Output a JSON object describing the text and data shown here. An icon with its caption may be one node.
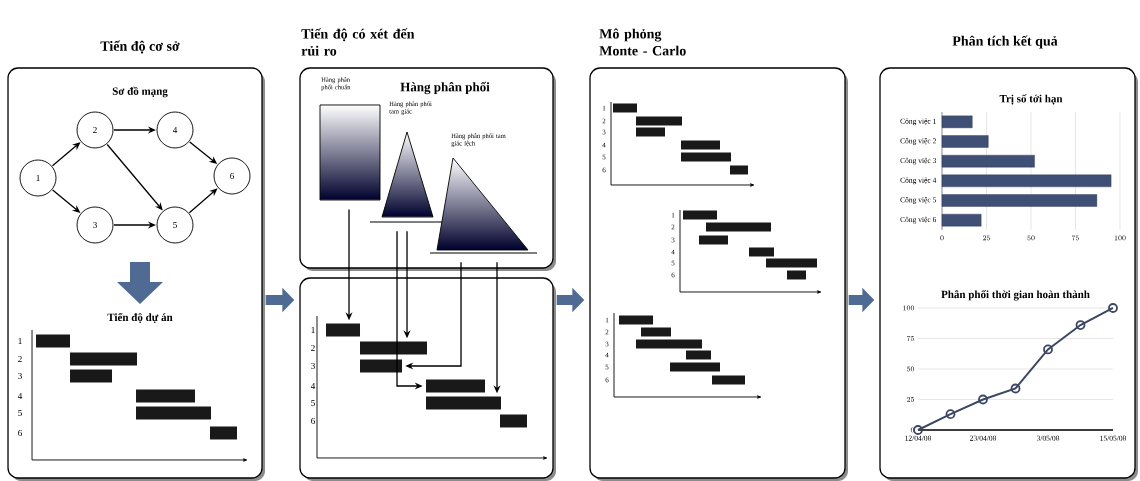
{
  "diagram": {
    "nodes": [
      {
        "text": [
          "Tiến độ cơ sở",
          "Sơ đồ mạng",
          "Tiến độ dự án"
        ]
      },
      {
        "text": [
          "1"
        ],
        "in": 0
      },
      {
        "text": [
          "2"
        ],
        "in": 0
      },
      {
        "text": [
          "3"
        ],
        "in": 0
      },
      {
        "text": [
          "4"
        ],
        "in": 0
      },
      {
        "text": [
          "5"
        ],
        "in": 0
      },
      {
        "text": [
          "6"
        ],
        "in": 0
      },
      {
        "text": [
          "Tiến độ có xét đến rủi ro",
          "Hàng phân phối"
        ]
      },
      {
        "text": [
          "Hàng phân phối chuẩn"
        ],
        "in": 7
      },
      {
        "text": [
          "Hàng phân phối tam giác"
        ],
        "in": 7
      },
      {
        "text": [
          "Hàng phân phối tam giác lệch"
        ],
        "in": 7
      },
      {
        "text": [],
        "shape": "box"
      },
      {
        "text": [],
        "shape": "bar",
        "in": 11
      },
      {
        "text": [],
        "shape": "bar",
        "in": 11
      },
      {
        "text": [],
        "shape": "bar",
        "in": 11
      },
      {
        "text": [],
        "shape": "bar",
        "in": 11
      },
      {
        "text": [],
        "shape": "bar",
        "in": 11
      },
      {
        "text": [],
        "shape": "bar",
        "in": 11
      },
      {
        "text": [
          "Mô phỏng Monte - Carlo"
        ]
      },
      {
        "text": [
          "Phân tích kết quả"
        ]
      }
    ],
    "edges": [
      {
        "from": 1,
        "to": 2,
        "arrow": "to"
      },
      {
        "from": 1,
        "to": 3,
        "arrow": "to"
      },
      {
        "from": 2,
        "to": 4,
        "arrow": "to"
      },
      {
        "from": 2,
        "to": 5,
        "arrow": "to"
      },
      {
        "from": 3,
        "to": 5,
        "arrow": "to"
      },
      {
        "from": 4,
        "to": 6,
        "arrow": "to"
      },
      {
        "from": 5,
        "to": 6,
        "arrow": "to"
      },
      {
        "from": 8,
        "to": 12,
        "arrow": "to"
      },
      {
        "from": 9,
        "to": 13,
        "arrow": "to"
      },
      {
        "from": 9,
        "to": 15,
        "arrow": "to"
      },
      {
        "from": 10,
        "to": 14,
        "arrow": "to"
      },
      {
        "from": 10,
        "to": 16,
        "arrow": "to"
      },
      {
        "from": 0,
        "to": 11,
        "arrow": "to",
        "style": "thick",
        "color": "#4f6a93"
      },
      {
        "from": 11,
        "to": 18,
        "arrow": "to",
        "style": "thick",
        "color": "#4f6a93"
      },
      {
        "from": 18,
        "to": 19,
        "arrow": "to",
        "style": "thick",
        "color": "#4f6a93"
      }
    ],
    "labels": [
      "1",
      "2",
      "3",
      "4",
      "5",
      "6",
      "1",
      "2",
      "3",
      "4",
      "5",
      "6",
      "1",
      "2",
      "3",
      "4",
      "5",
      "6",
      "1",
      "2",
      "3",
      "4",
      "5",
      "6",
      "1",
      "2",
      "3",
      "4",
      "5",
      "6"
    ],
    "chart_data": [
      {
        "type": "bar",
        "title": "Trị số tới hạn",
        "orientation": "horizontal",
        "categories": [
          "Công việc 1",
          "Công việc 2",
          "Công việc 3",
          "Công việc 4",
          "Công việc 5",
          "Công việc 6"
        ],
        "series": [
          {
            "color": "#3f4f75",
            "values": [
              17,
              26,
              52,
              95,
              87,
              22
            ]
          }
        ],
        "xlim": [
          0,
          100
        ],
        "xticks": [
          0,
          25,
          50,
          75,
          100
        ],
        "grid": true
      },
      {
        "type": "line",
        "title": "Phân phối thời gian hoàn thành",
        "categories": [
          "12/04/08",
          null,
          "23/04/08",
          null,
          "3/05/08",
          null,
          "15/05/08"
        ],
        "series": [
          {
            "color": "#3b4763",
            "marker": "circle",
            "values": [
              0,
              13,
              25,
              34,
              66,
              86,
              100
            ]
          }
        ],
        "ylim": [
          0,
          100
        ],
        "yticks": [
          0,
          25,
          50,
          75,
          100
        ],
        "grid": true
      }
    ]
  }
}
